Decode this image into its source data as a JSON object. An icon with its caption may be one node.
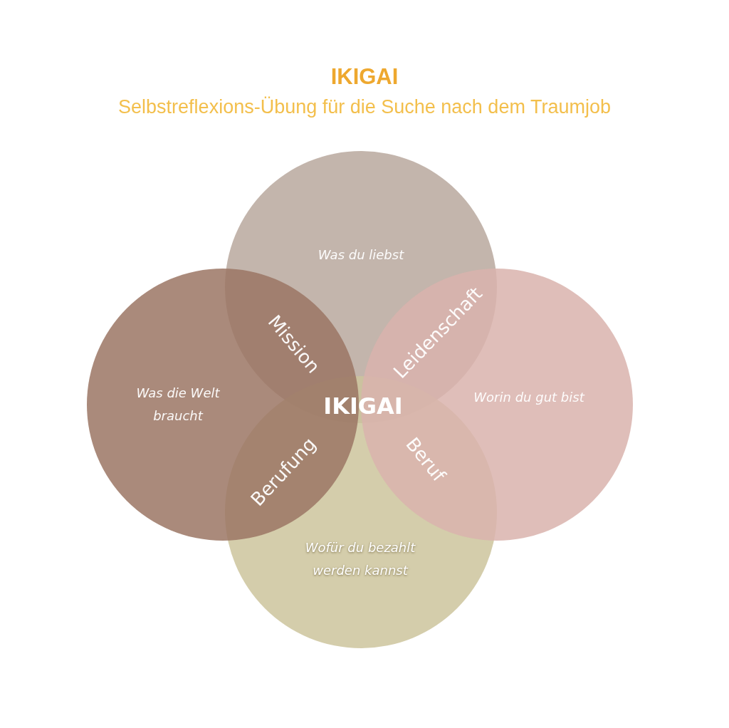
{
  "diagram": {
    "title": "IKIGAI",
    "nodes": [
      {
        "text": [
          "Was du liebst"
        ]
      },
      {
        "text": [
          "Was die Welt braucht"
        ]
      },
      {
        "text": [
          "Worin du gut bist"
        ]
      },
      {
        "text": [
          "Wofür du bezahlt werden kannst"
        ]
      }
    ],
    "labels": [
      "Selbstreflexions-Übung für die Suche nach dem Traumjob",
      "Mission",
      "Leidenschaft",
      "IKIGAI",
      "Berufung",
      "Beruf"
    ]
  }
}
